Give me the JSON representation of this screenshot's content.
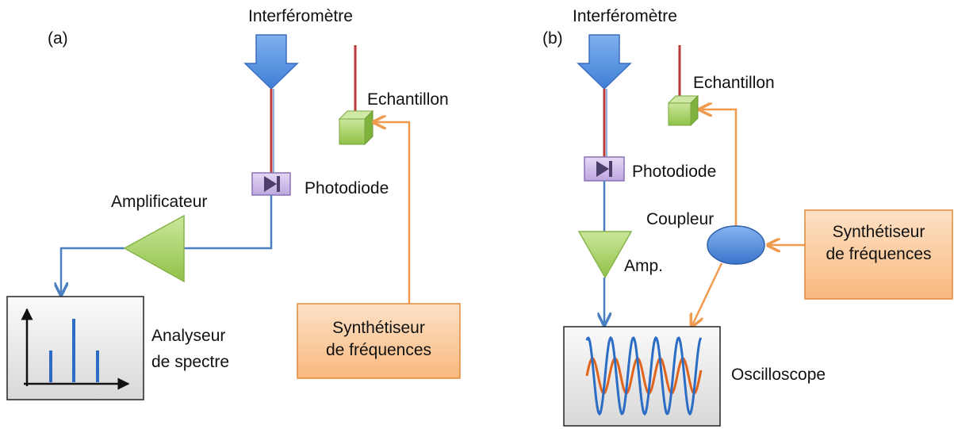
{
  "panel_a": {
    "tag": "(a)",
    "interferometer": "Interféromètre",
    "sample": "Echantillon",
    "photodiode": "Photodiode",
    "amplifier": "Amplificateur",
    "analyzer_line1": "Analyseur",
    "analyzer_line2": "de spectre",
    "synth_line1": "Synthétiseur",
    "synth_line2": "de fréquences"
  },
  "panel_b": {
    "tag": "(b)",
    "interferometer": "Interféromètre",
    "sample": "Echantillon",
    "photodiode": "Photodiode",
    "coupler": "Coupleur",
    "amp": "Amp.",
    "synth_line1": "Synthétiseur",
    "synth_line2": "de fréquences",
    "oscilloscope": "Oscilloscope"
  },
  "colors": {
    "laser": "#b83a3a",
    "signal": "#4a7fc0",
    "synth": "#ef9a4f",
    "synth_fill": "#fbc79a",
    "amplifier": "#a6cf5a",
    "sample": "#8cc24e",
    "photodiode": "#c8b4e4",
    "coupler": "#4f86d6",
    "wave_blue": "#2b6cc4",
    "wave_orange": "#e0641e"
  }
}
